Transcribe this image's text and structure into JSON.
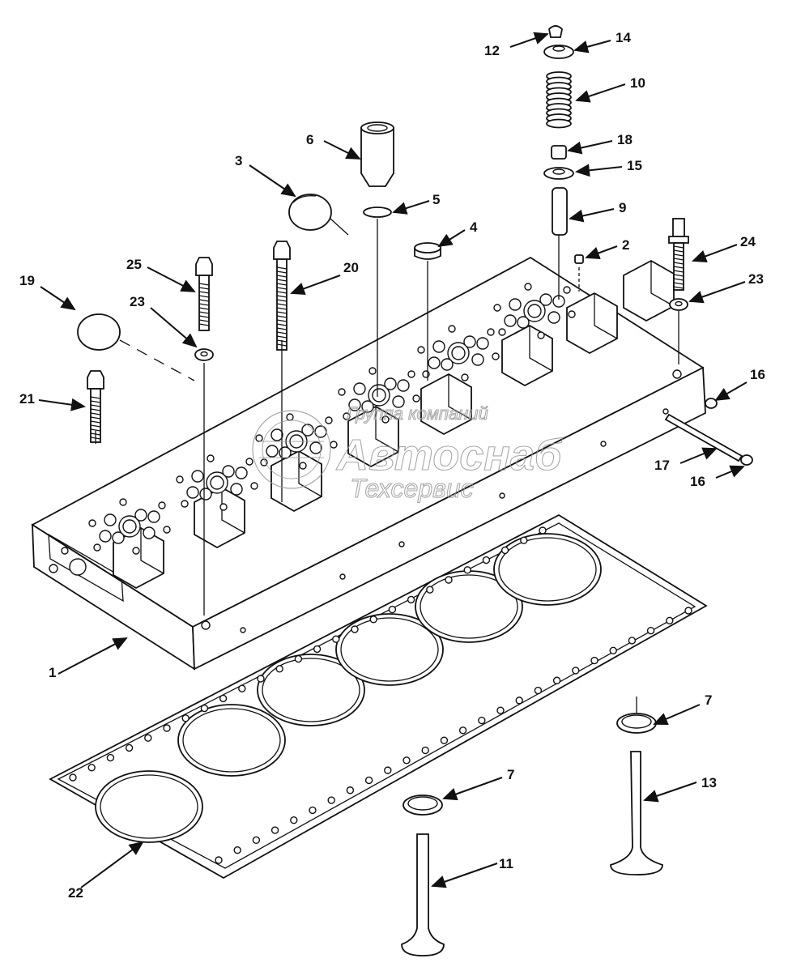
{
  "callouts": [
    {
      "id": "c12",
      "label": "12"
    },
    {
      "id": "c14",
      "label": "14"
    },
    {
      "id": "c10",
      "label": "10"
    },
    {
      "id": "c18",
      "label": "18"
    },
    {
      "id": "c15",
      "label": "15"
    },
    {
      "id": "c6",
      "label": "6"
    },
    {
      "id": "c3",
      "label": "3"
    },
    {
      "id": "c5",
      "label": "5"
    },
    {
      "id": "c9",
      "label": "9"
    },
    {
      "id": "c4",
      "label": "4"
    },
    {
      "id": "c2",
      "label": "2"
    },
    {
      "id": "c24",
      "label": "24"
    },
    {
      "id": "c25",
      "label": "25"
    },
    {
      "id": "c20",
      "label": "20"
    },
    {
      "id": "c19",
      "label": "19"
    },
    {
      "id": "c23a",
      "label": "23"
    },
    {
      "id": "c23b",
      "label": "23"
    },
    {
      "id": "c21",
      "label": "21"
    },
    {
      "id": "c16a",
      "label": "16"
    },
    {
      "id": "c17",
      "label": "17"
    },
    {
      "id": "c16b",
      "label": "16"
    },
    {
      "id": "c1",
      "label": "1"
    },
    {
      "id": "c7a",
      "label": "7"
    },
    {
      "id": "c13",
      "label": "13"
    },
    {
      "id": "c7b",
      "label": "7"
    },
    {
      "id": "c11",
      "label": "11"
    },
    {
      "id": "c22",
      "label": "22"
    }
  ],
  "watermark": {
    "line1": "Группа компаний",
    "line2": "Автоснаб",
    "line3": "Техсервис"
  }
}
